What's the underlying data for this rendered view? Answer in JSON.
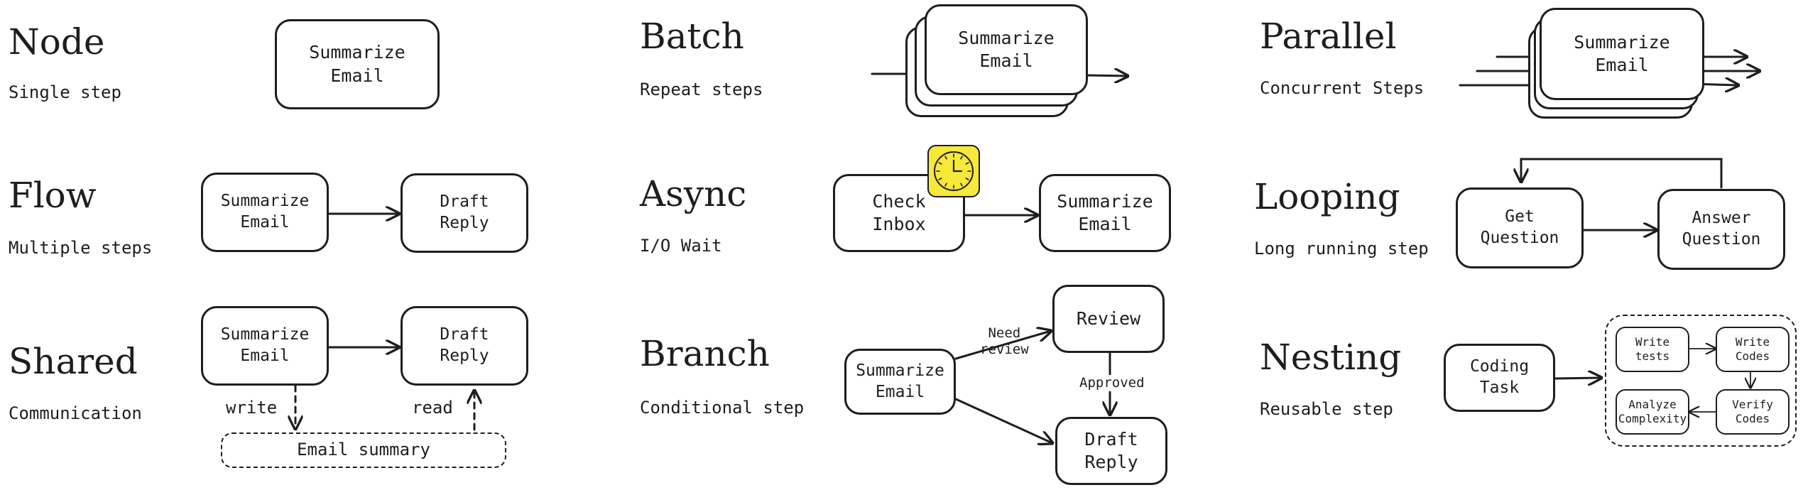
{
  "sections": {
    "node": {
      "title": "Node",
      "subtitle": "Single step",
      "box": "Summarize\nEmail"
    },
    "batch": {
      "title": "Batch",
      "subtitle": "Repeat steps",
      "box": "Summarize\nEmail"
    },
    "parallel": {
      "title": "Parallel",
      "subtitle": "Concurrent Steps",
      "box": "Summarize\nEmail"
    },
    "flow": {
      "title": "Flow",
      "subtitle": "Multiple steps",
      "box1": "Summarize\nEmail",
      "box2": "Draft\nReply"
    },
    "async": {
      "title": "Async",
      "subtitle": "I/O Wait",
      "box1": "Check\nInbox",
      "box2": "Summarize\nEmail"
    },
    "looping": {
      "title": "Looping",
      "subtitle": "Long running step",
      "box1": "Get\nQuestion",
      "box2": "Answer\nQuestion"
    },
    "shared": {
      "title": "Shared",
      "subtitle": "Communication",
      "box1": "Summarize\nEmail",
      "box2": "Draft\nReply",
      "store": "Email summary",
      "write_label": "write",
      "read_label": "read"
    },
    "branch": {
      "title": "Branch",
      "subtitle": "Conditional step",
      "source": "Summarize\nEmail",
      "review": "Review",
      "draft": "Draft\nReply",
      "need_review_label": "Need\nreview",
      "approved_label": "Approved"
    },
    "nesting": {
      "title": "Nesting",
      "subtitle": "Reusable step",
      "outer": "Coding\nTask",
      "write_tests": "Write\ntests",
      "write_codes": "Write\nCodes",
      "verify_codes": "Verify\nCodes",
      "analyze": "Analyze\nComplexity"
    }
  },
  "colors": {
    "stroke": "#1e1e1e",
    "clock_fill": "#f6e93a"
  },
  "icons": {
    "clock": "clock-icon"
  }
}
